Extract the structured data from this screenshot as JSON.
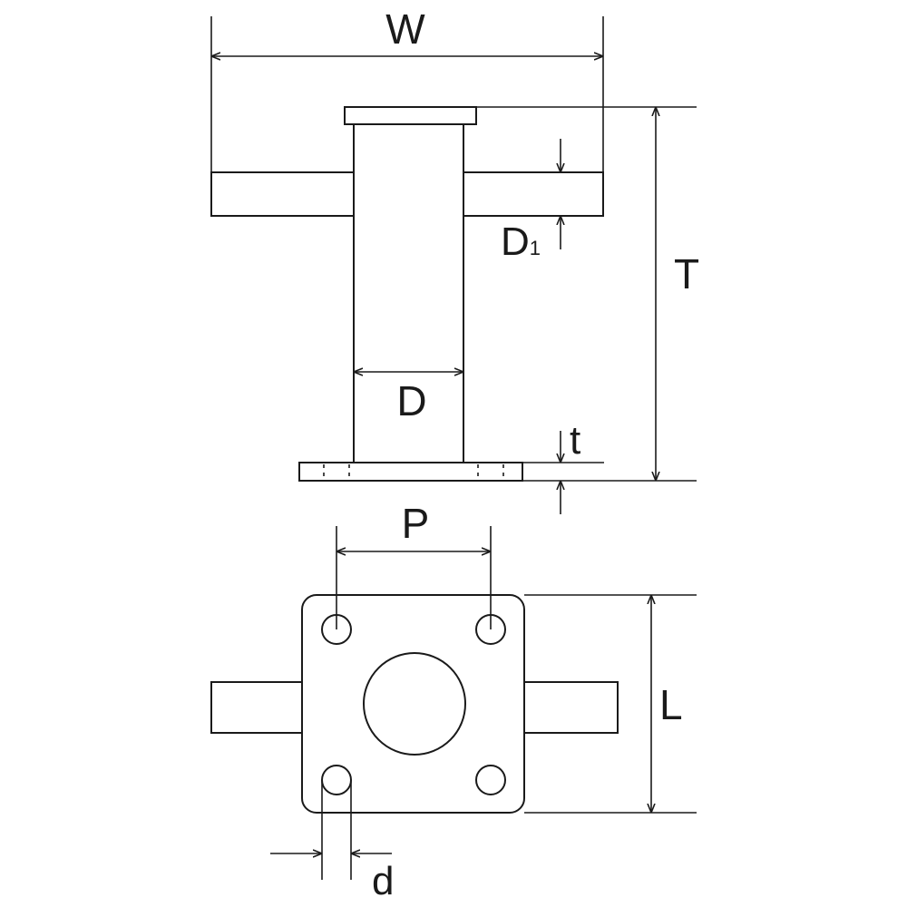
{
  "labels": {
    "width": "W",
    "height_total": "T",
    "inner_diameter": "D",
    "collar_diameter": "D",
    "collar_subscript": "1",
    "plate_thickness": "t",
    "hole_pitch": "P",
    "plate_length": "L",
    "hole_diameter": "d"
  },
  "colors": {
    "line": "#1a1a1a",
    "background": "#ffffff"
  }
}
